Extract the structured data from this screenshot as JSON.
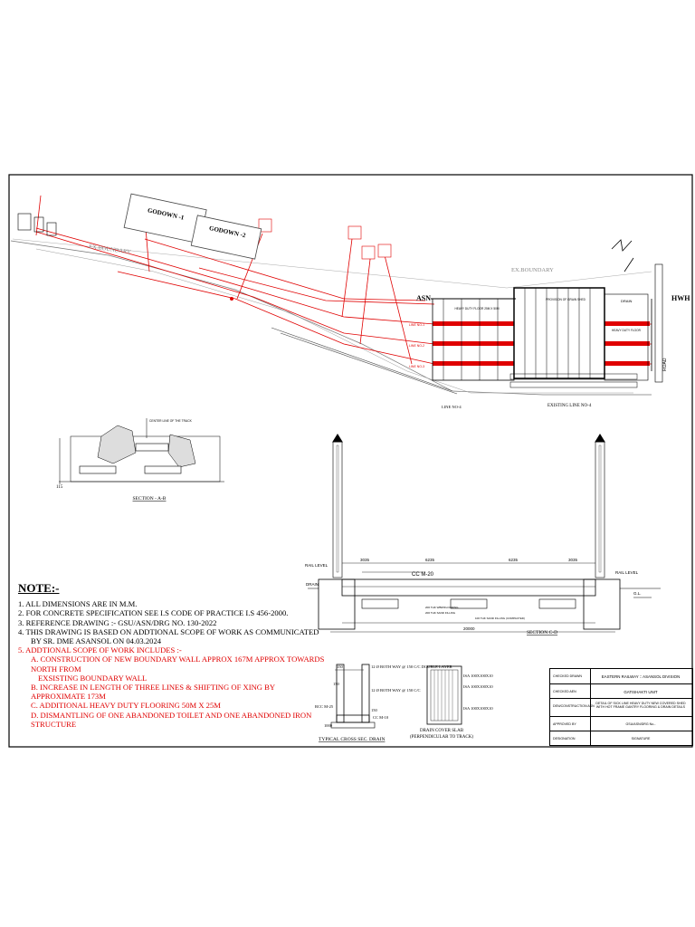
{
  "layout_labels": {
    "godown1": "GODOWN -1",
    "godown2": "GODOWN -2",
    "ex_boundary_left": "EX.BOUNDARY",
    "ex_boundary_right": "EX.BOUNDARY",
    "asn": "ASN",
    "hwh": "HWH",
    "drain_top": "DRAIN",
    "road": "ROAD",
    "existing_line": "EXISTING LINE NO-4",
    "line_no4": "LINE NO-4",
    "heavy_duty_floor": "HEAVY DUTY FLOOR 25M X 50M",
    "covered_shed": "PROVISION OF GRAIN SHED",
    "ready_dry_floor": "HEAVY DUTY FLOOR",
    "line1": "LINE NO-1",
    "line2": "LINE NO-2",
    "line3": "LINE NO-3",
    "section_ab": "SECTION - A-B",
    "section_cd": "SECTION C-D",
    "center_line_note": "CENTER LINE OF THE TRACK",
    "rail_level_left": "RAIL LEVEL",
    "rail_level_right": "RAIL LEVEL",
    "drain_left": "DRAIN",
    "gl": "G.L.",
    "cc_m20": "CC M-20",
    "dim_total": "20000",
    "dim_left": "3035",
    "dim_mid1": "6235",
    "dim_mid2": "6235",
    "dim_right": "3035",
    "dim_115": "115",
    "sub_layers": [
      "200 THK WBM/FLOORING",
      "200 THK SAND FILLING",
      "100 THK SAND FILLING (COMPACTED)"
    ]
  },
  "drain_detail": {
    "top_bar": "12 Ø BOTH WAY @ 150 C/C DOUBLE LAYER",
    "mid_bar": "12 Ø BOTH WAY @ 150 C/C",
    "rcc": "RCC M-25",
    "pcc": "CC M-10",
    "dim_150_top": "150",
    "dim_150_side": "150",
    "dim_1000": "1000",
    "dim_150_base": "150",
    "title": "TYPICAL CROSS SEC. DRAIN"
  },
  "slab_detail": {
    "isa1": "ISA 100X100X10",
    "isa2": "ISA 100X100X10",
    "isa3": "ISA 100X100X10",
    "title1": "DRAIN COVER SLAB",
    "title2": "(PERPENDICULAR TO TRACK)"
  },
  "notes": {
    "heading": "NOTE:-",
    "items": [
      "1. ALL DIMENSIONS ARE IN M.M.",
      "2. FOR CONCRETE SPECIFICATION SEE I.S CODE OF PRACTICE I.S 456-2000.",
      "3. REFERENCE DRAWING :- GSU/ASN/DRG NO. 130-2022",
      "4. THIS DRAWING IS BASED ON ADDTIONAL SCOPE OF WORK AS COMMUNICATED",
      "BY SR. DME  ASANSOL ON 04.03.2024",
      "5. ADDTIONAL SCOPE OF WORK INCLUDES :-"
    ],
    "scope": [
      "A. CONSTRUCTION OF NEW BOUNDARY WALL APPROX 167M APPROX TOWARDS NORTH FROM",
      "EXSISTING BOUNDARY WALL",
      "B. INCREASE IN LENGTH OF THREE LINES & SHIFTING OF XING BY APPROXIMATE 173M",
      "C. ADDITIONAL HEAVY DUTY FLOORING 50M X 25M",
      "D. DISMANTLING OF ONE ABANDONED TOILET AND ONE ABANDONED IRON STRUCTURE"
    ]
  },
  "title_block": {
    "r1_label": "CHECKED DRAWN",
    "r1_value": "EASTERN RAILWAY :: ASANSOL DIVISION",
    "r2_label": "CHECKED AEN",
    "r2_value": "GATISHAKTI UNIT",
    "r3_label": "DEN/CONSTRUCTION ASN",
    "r3_value": "DETAIL OF SICK LINE HEAVY DUTY NEW COVERED SHED WITH HOT FRAME GANTRY FLOORING & DRAIN DETAILS",
    "r4_label": "APPROVED BY",
    "r4_value": "GSU/ASN/DRG No.-",
    "r5_label": "DESIGNATION",
    "r5_value": "SIGNATURE"
  },
  "colors": {
    "red": "#e00000",
    "black": "#000000",
    "grey": "#888888"
  }
}
